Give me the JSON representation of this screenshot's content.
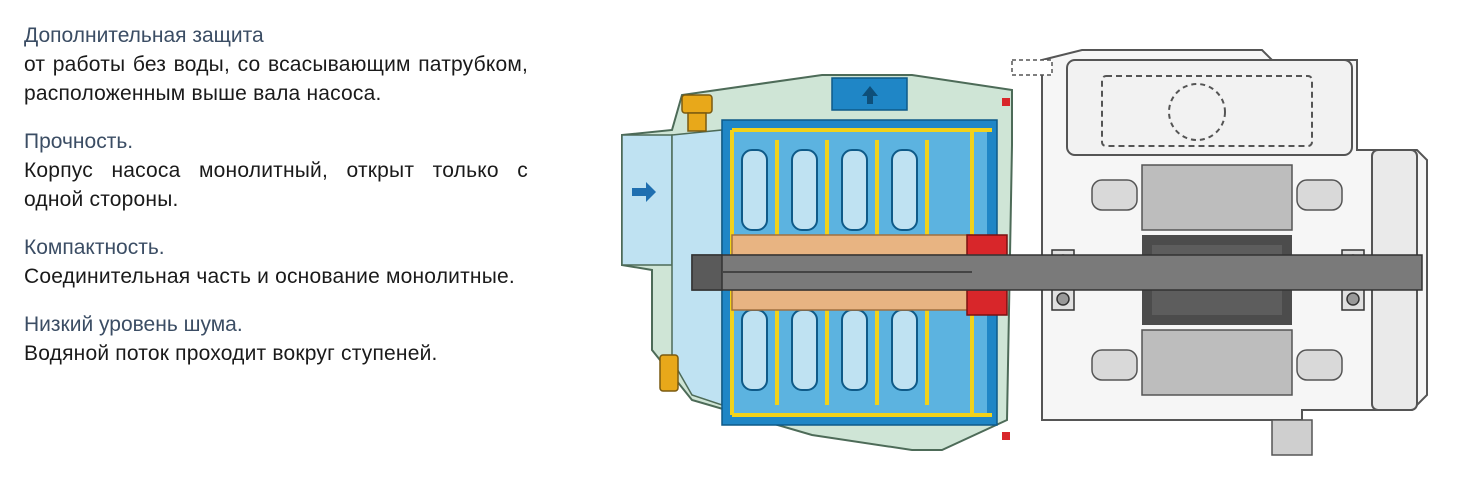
{
  "features": [
    {
      "title": "Дополнительная защита",
      "body": "от работы без воды, со всасывающим патрубком, расположенным выше вала насоса."
    },
    {
      "title": "Прочность.",
      "body": "Корпус насоса монолитный, открыт только с одной стороны."
    },
    {
      "title": "Компактность.",
      "body": "Соединительная часть и основание монолитные."
    },
    {
      "title": "Низкий уровень шума.",
      "body": "Водяной поток проходит вокруг ступеней."
    }
  ],
  "colors": {
    "title": "#3b4d64",
    "body": "#1a1a1a",
    "water_blue": "#1f86c6",
    "light_blue": "#bfe2f2",
    "casing_green": "#cfe5d6",
    "impeller_yellow": "#f2d21a",
    "bronze": "#e8b482",
    "seal_red": "#d8262a",
    "shaft_gray": "#7a7a7a",
    "motor_gray": "#9b9b9b"
  },
  "icons": {
    "inlet_arrow": "arrow-right-icon",
    "outlet_arrow": "arrow-up-icon"
  }
}
